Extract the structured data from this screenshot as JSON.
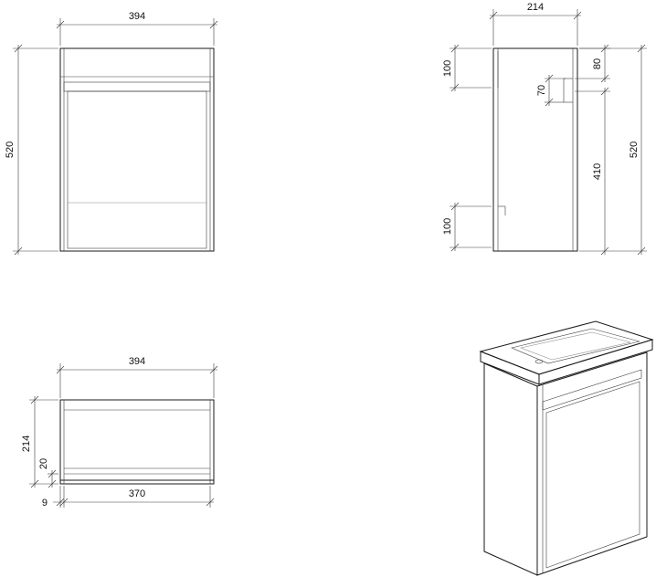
{
  "front_view": {
    "width_label": "394",
    "height_label": "520"
  },
  "side_view": {
    "depth_label": "214",
    "top_offset_label": "100",
    "right_top_label": "80",
    "small_gap_label": "70",
    "mid_label": "410",
    "height_label": "520",
    "bottom_offset_label": "100"
  },
  "plan_view": {
    "width_label": "394",
    "depth_label": "214",
    "edge_label": "20",
    "side_label": "9",
    "inner_width_label": "370"
  },
  "colors": {
    "line": "#1a1a1a",
    "text": "#111111",
    "basin_fill": "#e8e8e8"
  }
}
